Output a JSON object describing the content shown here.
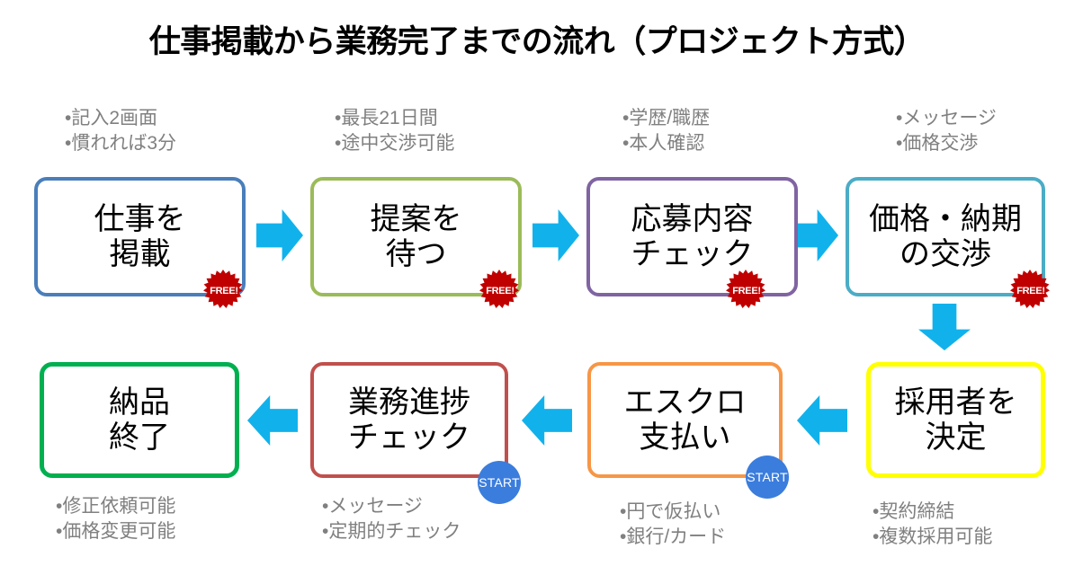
{
  "page": {
    "title": "仕事掲載から業務完了までの流れ（プロジェクト方式）",
    "background_color": "#ffffff",
    "arrow_color": "#11b2ec",
    "caption_color": "#808080"
  },
  "badges": {
    "free_label": "FREE!",
    "free_color": "#c00000",
    "start_label": "START",
    "start_color": "#3b7ddd"
  },
  "steps": [
    {
      "id": "post-job",
      "order": 1,
      "lines": [
        "仕事を",
        "掲載"
      ],
      "border_color": "#4a7ebb",
      "caption": [
        "•記入2画面",
        "•慣れれば3分"
      ],
      "caption_position": "above",
      "badge": "free"
    },
    {
      "id": "wait-proposal",
      "order": 2,
      "lines": [
        "提案を",
        "待つ"
      ],
      "border_color": "#9bbb59",
      "caption": [
        "•最長21日間",
        "•途中交渉可能"
      ],
      "caption_position": "above",
      "badge": "free"
    },
    {
      "id": "check-application",
      "order": 3,
      "lines": [
        "応募内容",
        "チェック"
      ],
      "border_color": "#8064a2",
      "caption": [
        "•学歴/職歴",
        "•本人確認"
      ],
      "caption_position": "above",
      "badge": "free"
    },
    {
      "id": "negotiate-price-delivery",
      "order": 4,
      "lines": [
        "価格・納期",
        "の交渉"
      ],
      "border_color": "#4bacc6",
      "caption": [
        "•メッセージ",
        "•価格交渉"
      ],
      "caption_position": "above",
      "badge": "free"
    },
    {
      "id": "decide-hire",
      "order": 5,
      "lines": [
        "採用者を",
        "決定"
      ],
      "border_color": "#ffff00",
      "caption": [
        "•契約締結",
        "•複数採用可能"
      ],
      "caption_position": "below",
      "badge": "none"
    },
    {
      "id": "escrow-payment",
      "order": 6,
      "lines": [
        "エスクロ",
        "支払い"
      ],
      "border_color": "#f79646",
      "caption": [
        "•円で仮払い",
        "•銀行/カード"
      ],
      "caption_position": "below",
      "badge": "start"
    },
    {
      "id": "progress-check",
      "order": 7,
      "lines": [
        "業務進捗",
        "チェック"
      ],
      "border_color": "#c0504d",
      "caption": [
        "•メッセージ",
        "•定期的チェック"
      ],
      "caption_position": "below",
      "badge": "start"
    },
    {
      "id": "delivery-complete",
      "order": 8,
      "lines": [
        "納品",
        "終了"
      ],
      "border_color": "#00b050",
      "caption": [
        "•修正依頼可能",
        "•価格変更可能"
      ],
      "caption_position": "below",
      "badge": "none"
    }
  ],
  "connectors": [
    {
      "id": "c1",
      "direction": "right",
      "from": "post-job",
      "to": "wait-proposal"
    },
    {
      "id": "c2",
      "direction": "right",
      "from": "wait-proposal",
      "to": "check-application"
    },
    {
      "id": "c3",
      "direction": "right",
      "from": "check-application",
      "to": "negotiate-price-delivery"
    },
    {
      "id": "c4",
      "direction": "down",
      "from": "negotiate-price-delivery",
      "to": "decide-hire"
    },
    {
      "id": "c5",
      "direction": "left",
      "from": "decide-hire",
      "to": "escrow-payment"
    },
    {
      "id": "c6",
      "direction": "left",
      "from": "escrow-payment",
      "to": "progress-check"
    },
    {
      "id": "c7",
      "direction": "left",
      "from": "progress-check",
      "to": "delivery-complete"
    }
  ]
}
